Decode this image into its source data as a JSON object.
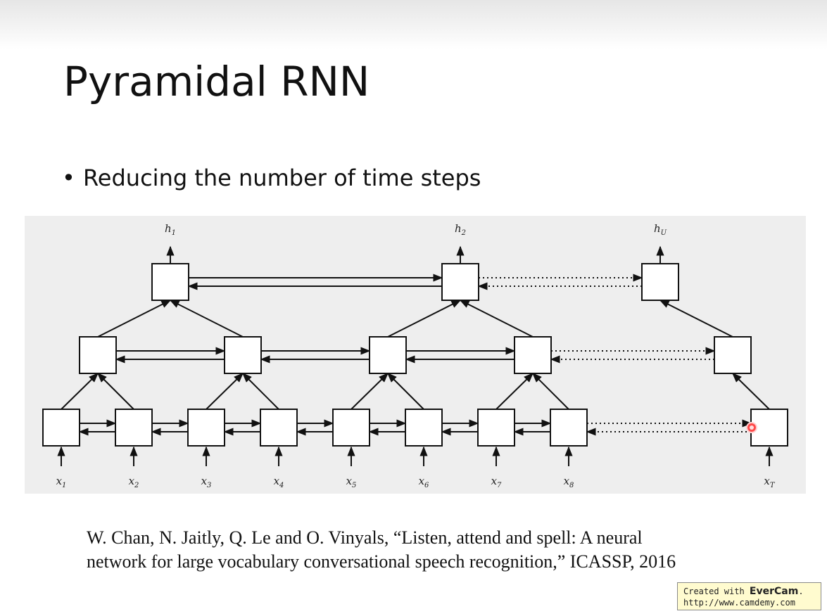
{
  "slide": {
    "title": "Pyramidal RNN",
    "bullet_symbol": "•",
    "bullet_text": "Reducing the number of time steps"
  },
  "diagram": {
    "outputs": [
      {
        "base": "h",
        "sub": "1"
      },
      {
        "base": "h",
        "sub": "2"
      },
      {
        "base": "h",
        "sub": "U"
      }
    ],
    "inputs": [
      {
        "base": "x",
        "sub": "1"
      },
      {
        "base": "x",
        "sub": "2"
      },
      {
        "base": "x",
        "sub": "3"
      },
      {
        "base": "x",
        "sub": "4"
      },
      {
        "base": "x",
        "sub": "5"
      },
      {
        "base": "x",
        "sub": "6"
      },
      {
        "base": "x",
        "sub": "7"
      },
      {
        "base": "x",
        "sub": "8"
      },
      {
        "base": "x",
        "sub": "T"
      }
    ]
  },
  "citation": {
    "line1": "W. Chan, N. Jaitly, Q. Le and O. Vinyals, “Listen, attend and spell: A neural",
    "line2": "network for large vocabulary conversational speech recognition,” ICASSP, 2016"
  },
  "watermark": {
    "prefix": "Created with ",
    "brand": "EverCam",
    "suffix": ".",
    "url": "http://www.camdemy.com"
  },
  "colors": {
    "panel_bg": "#eeeeee",
    "cursor": "#ff4a4a",
    "watermark_bg": "#fffbcf"
  }
}
